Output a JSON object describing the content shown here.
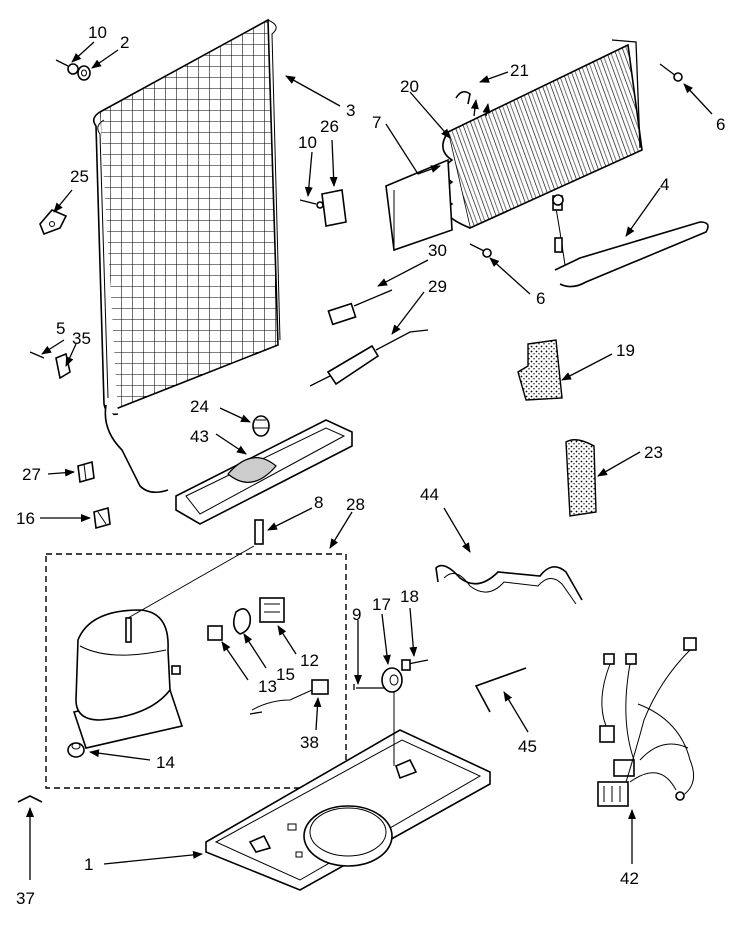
{
  "labels": {
    "p1": "1",
    "p2": "2",
    "p3": "3",
    "p4": "4",
    "p5": "5",
    "p6a": "6",
    "p6b": "6",
    "p7": "7",
    "p8": "8",
    "p9": "9",
    "p10a": "10",
    "p10b": "10",
    "p12": "12",
    "p13": "13",
    "p14": "14",
    "p15": "15",
    "p16": "16",
    "p17": "17",
    "p18": "18",
    "p19": "19",
    "p20": "20",
    "p21": "21",
    "p23": "23",
    "p24": "24",
    "p25": "25",
    "p26": "26",
    "p27": "27",
    "p28": "28",
    "p29": "29",
    "p30": "30",
    "p35": "35",
    "p37": "37",
    "p38": "38",
    "p42": "42",
    "p43": "43",
    "p44": "44",
    "p45": "45"
  }
}
